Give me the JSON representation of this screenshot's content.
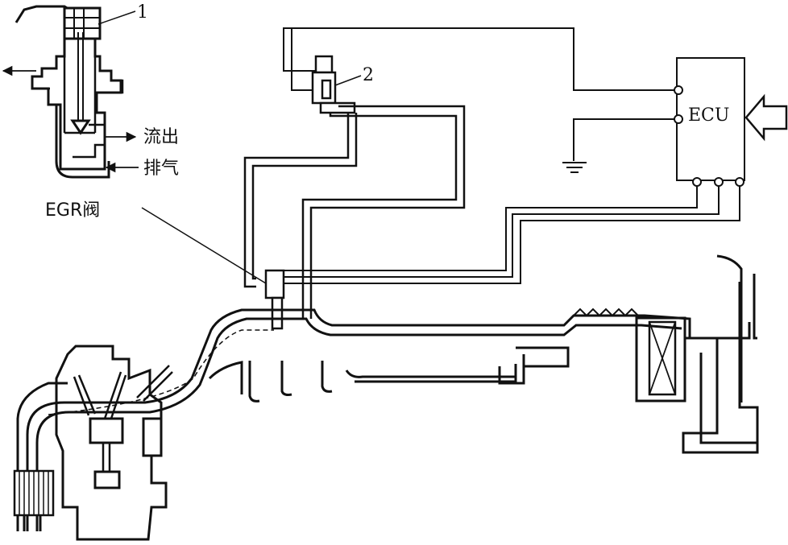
{
  "labels": {
    "callout_1": "1",
    "callout_2": "2",
    "ecu": "ECU",
    "egr_valve": "EGR阀",
    "outflow": "流出",
    "exhaust": "排气"
  },
  "colors": {
    "line": "#111111",
    "background": "#ffffff"
  }
}
